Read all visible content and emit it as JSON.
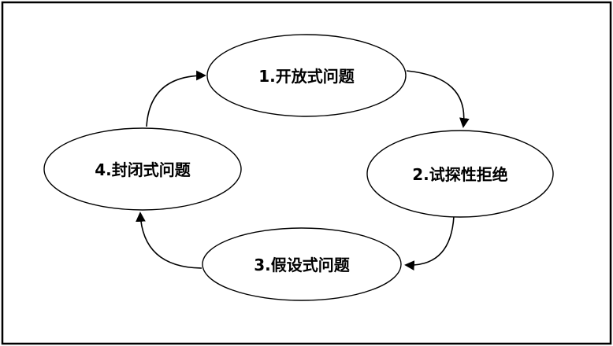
{
  "diagram": {
    "type": "cycle",
    "nodes": [
      {
        "id": "open-question",
        "label": "1.开放式问题"
      },
      {
        "id": "tentative-rejection",
        "label": "2.试探性拒绝"
      },
      {
        "id": "hypothetical-question",
        "label": "3.假设式问题"
      },
      {
        "id": "closed-question",
        "label": "4.封闭式问题"
      }
    ],
    "edges": [
      {
        "from": "1",
        "to": "2"
      },
      {
        "from": "2",
        "to": "3"
      },
      {
        "from": "3",
        "to": "4"
      },
      {
        "from": "4",
        "to": "1"
      }
    ],
    "colors": {
      "stroke": "#000000",
      "fill": "#ffffff",
      "background": "#ffffff"
    }
  }
}
